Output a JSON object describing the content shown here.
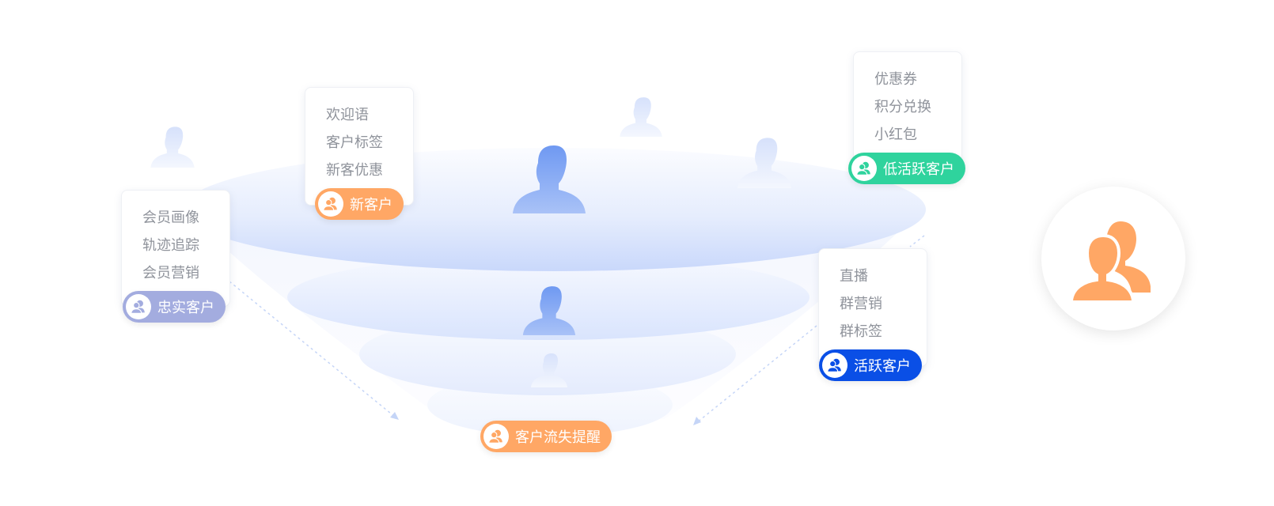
{
  "segments": {
    "loyal": {
      "label": "忠实客户",
      "color": "#a3acdf",
      "icon_color": "#a3acdf",
      "items": [
        "会员画像",
        "轨迹追踪",
        "会员营销"
      ]
    },
    "new": {
      "label": "新客户",
      "color": "#ffa765",
      "icon_color": "#ffa765",
      "items": [
        "欢迎语",
        "客户标签",
        "新客优惠"
      ]
    },
    "low_active": {
      "label": "低活跃客户",
      "color": "#2fd39d",
      "icon_color": "#2fd39d",
      "items": [
        "优惠券",
        "积分兑换",
        "小红包"
      ]
    },
    "active": {
      "label": "活跃客户",
      "color": "#0a4fe6",
      "icon_color": "#0a4fe6",
      "items": [
        "直播",
        "群营销",
        "群标签"
      ]
    },
    "churn": {
      "label": "客户流失提醒",
      "color": "#ffa765",
      "icon_color": "#ffa765"
    }
  },
  "icons": {
    "funnel_person": "user-silhouette-icon",
    "tag": "user-group-icon",
    "big_avatar": "user-group-icon"
  },
  "colors": {
    "funnel_top": "#c9d8fb",
    "funnel_light": "#f3f6fe",
    "person_blue": "#6f99f2",
    "connector": "#c5d5f7",
    "big_avatar": "#ffa765"
  }
}
